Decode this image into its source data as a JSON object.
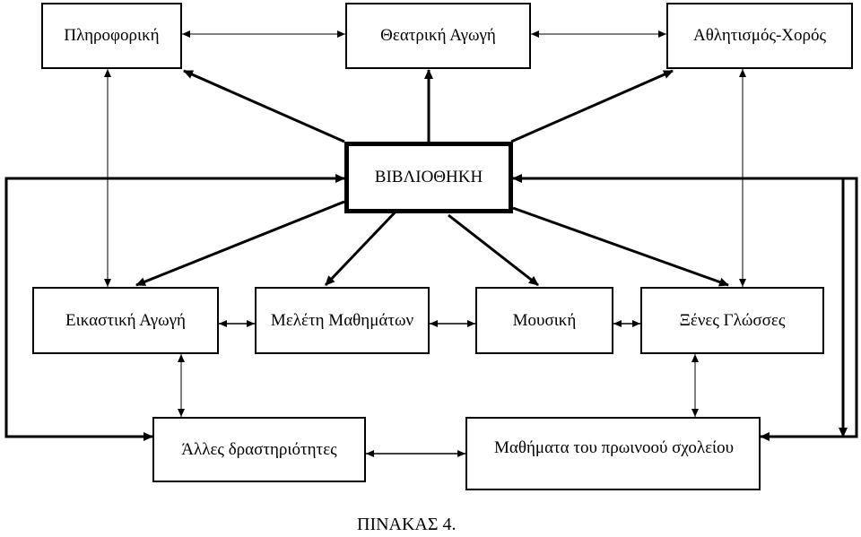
{
  "nodes": {
    "informatics": "Πληροφορική",
    "theatre": "Θεατρική Αγωγή",
    "sports": "Αθλητισμός-Χορός",
    "library": "ΒΙΒΛΙΟΘΗΚΗ",
    "art": "Εικαστική Αγωγή",
    "study": "Μελέτη Μαθημάτων",
    "music": "Μουσική",
    "languages": "Ξένες Γλώσσες",
    "other": "Άλλες δραστηριότητες",
    "morning": "Μαθήματα του πρωινοού σχολείου"
  },
  "caption": "ΠΙΝΑΚΑΣ 4.",
  "colors": {
    "line": "#000000",
    "background": "#ffffff"
  }
}
